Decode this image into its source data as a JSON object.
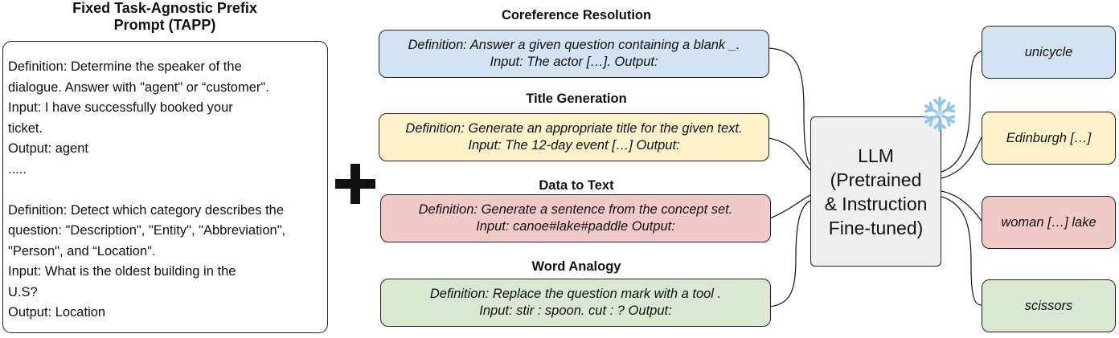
{
  "tapp": {
    "title_line1": "Fixed Task-Agnostic Prefix",
    "title_line2": "Prompt (TAPP)",
    "lines": [
      "Definition: Determine the speaker of the",
      "dialogue. Answer with \"agent\" or “customer\".",
      "Input: I have successfully booked your",
      "ticket.",
      "Output: agent",
      ".....",
      "",
      "Definition: Detect which category describes the",
      "question: \"Description\", \"Entity\", \"Abbreviation\",",
      "\"Person\", and  “Location\".",
      "Input: What is the oldest building in the",
      "U.S?",
      "Output: Location"
    ]
  },
  "tasks": [
    {
      "title": "Coreference Resolution",
      "line1": "Definition: Answer a given question containing a blank _.",
      "line2": "Input: The actor […]. Output:",
      "color": "#d3e3f1"
    },
    {
      "title": "Title Generation",
      "line1": "Definition: Generate an appropriate title for the given text.",
      "line2": "Input: The 12-day event […] Output:",
      "color": "#fdf1c9"
    },
    {
      "title": "Data to Text",
      "line1": "Definition: Generate a sentence from the concept set.",
      "line2": "Input: canoe#lake#paddle Output:",
      "color": "#f0c9c9"
    },
    {
      "title": "Word Analogy",
      "line1": "Definition: Replace the question mark with a tool .",
      "line2": "Input: stir : spoon. cut : ? Output:",
      "color": "#dae8d3"
    }
  ],
  "llm": {
    "line1": "LLM",
    "line2": "(Pretrained",
    "line3": "& Instruction",
    "line4": "Fine-tuned)",
    "frozen_icon": "snowflake-icon",
    "frozen_color": "#9ecff0"
  },
  "outputs": [
    {
      "text": "unicycle",
      "color": "#d3e3f1"
    },
    {
      "text": "Edinburgh […]",
      "color": "#fdf1c9"
    },
    {
      "text": "woman […] lake",
      "color": "#f0c9c9"
    },
    {
      "text": "scissors",
      "color": "#dae8d3"
    }
  ]
}
